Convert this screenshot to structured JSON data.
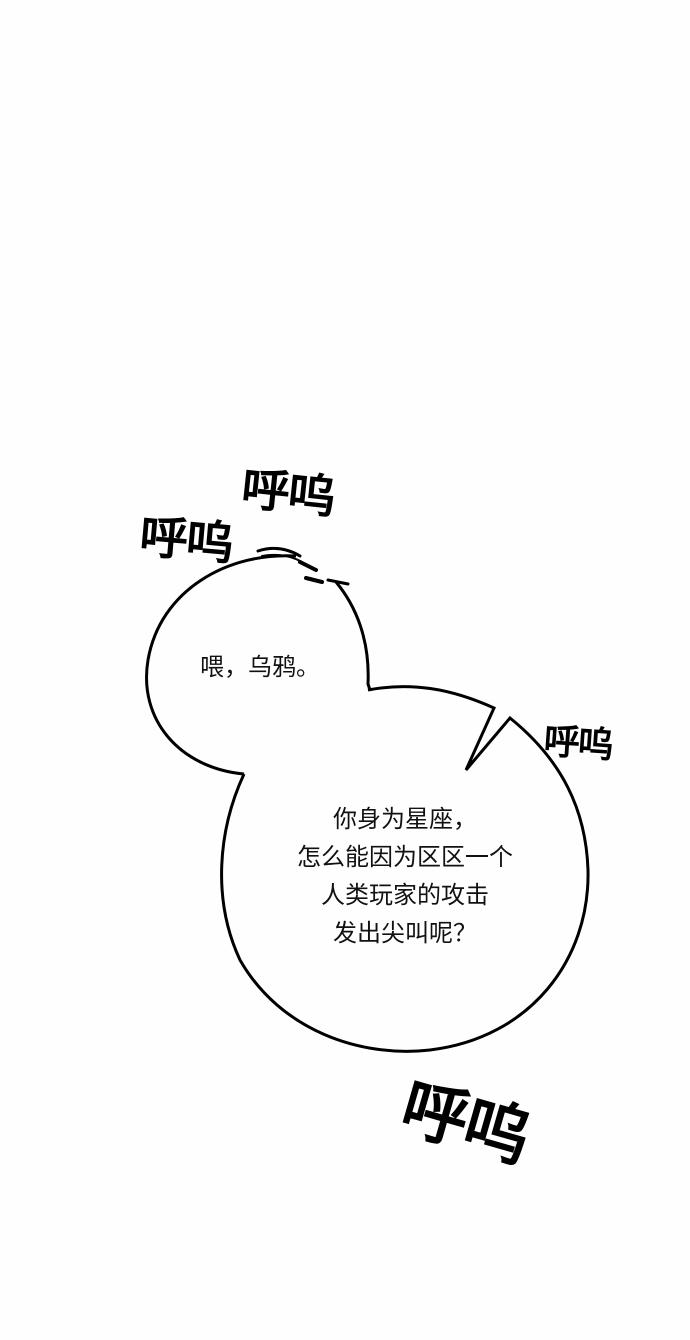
{
  "panel": {
    "background": "#fefefe",
    "ink_color": "#000000"
  },
  "bubbles": [
    {
      "id": "small-round-bubble",
      "text": "喂，乌鸦。"
    },
    {
      "id": "large-round-bubble",
      "lines": [
        "你身为星座，",
        "怎么能因为区区一个",
        "人类玩家的攻击",
        "发出尖叫呢？"
      ]
    }
  ],
  "sound_effects": [
    {
      "text": "呼呜",
      "position": "upper-center"
    },
    {
      "text": "呼呜",
      "position": "upper-left",
      "trail": "--- - -"
    },
    {
      "text": "呼呜",
      "position": "right"
    },
    {
      "text": "呼呜",
      "position": "bottom-right-large"
    }
  ]
}
